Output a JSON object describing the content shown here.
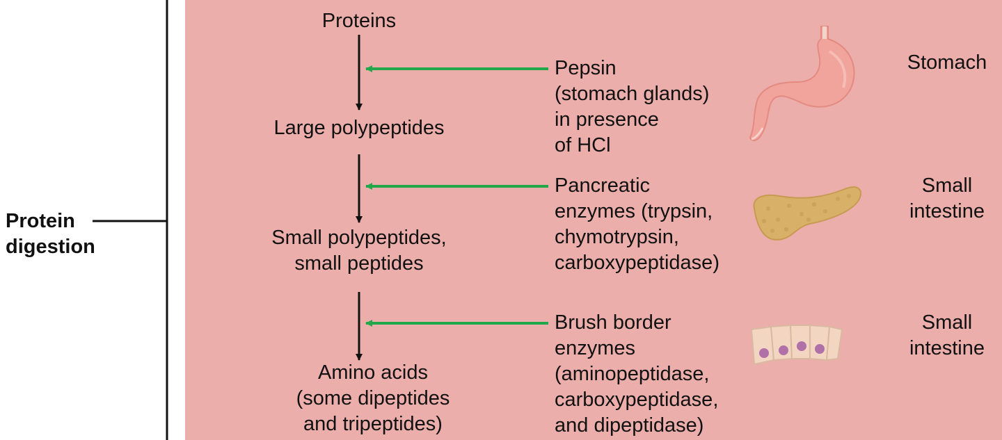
{
  "side_label": "Protein\ndigestion",
  "colors": {
    "panel": "#EBAEAB",
    "enzyme_arrow": "#22A84A",
    "step_arrow": "#111111",
    "bracket": "#111111"
  },
  "products": [
    {
      "text": "Proteins"
    },
    {
      "text": "Large polypeptides"
    },
    {
      "text": "Small polypeptides,\nsmall peptides"
    },
    {
      "text": "Amino acids\n(some dipeptides\nand tripeptides)"
    }
  ],
  "enzymes": [
    {
      "text": "Pepsin\n(stomach glands)\nin presence\nof HCl"
    },
    {
      "text": "Pancreatic\nenzymes (trypsin,\nchymotrypsin,\ncarboxypeptidase)"
    },
    {
      "text": "Brush border\nenzymes\n(aminopeptidase,\ncarboxypeptidase,\nand dipeptidase)"
    }
  ],
  "organs": [
    {
      "icon": "stomach-icon",
      "label": "Stomach"
    },
    {
      "icon": "pancreas-icon",
      "label": "Small\nintestine"
    },
    {
      "icon": "brush-border-cells-icon",
      "label": "Small\nintestine"
    }
  ]
}
